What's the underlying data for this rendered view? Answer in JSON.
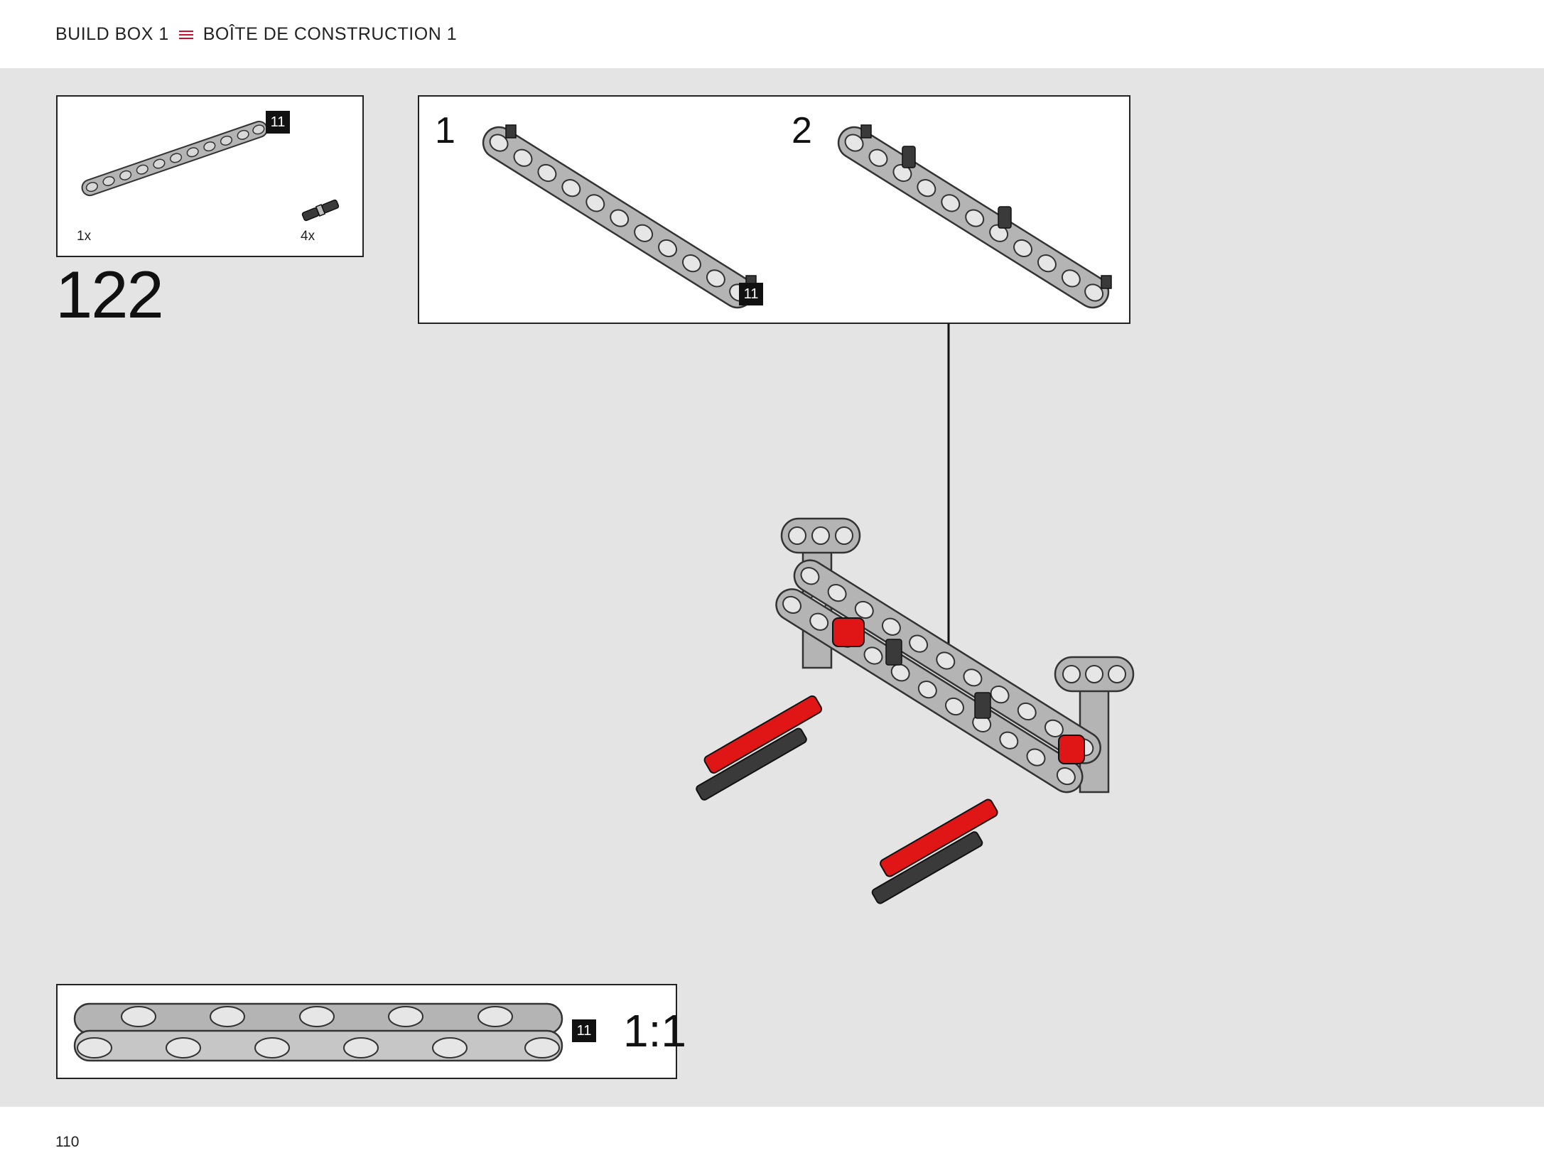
{
  "header": {
    "left_title": "BUILD BOX 1",
    "right_title": "BOÎTE DE CONSTRUCTION 1",
    "separator_icon": "menu-icon",
    "accent_color": "#c8102e"
  },
  "parts_list": {
    "items": [
      {
        "name": "beam",
        "length_badge": "11",
        "quantity": "1x"
      },
      {
        "name": "pin",
        "quantity": "4x"
      }
    ]
  },
  "step": {
    "number": "122"
  },
  "substeps": [
    {
      "number": "1",
      "badge": "11"
    },
    {
      "number": "2"
    }
  ],
  "scale_box": {
    "badge": "11",
    "label": "1:1"
  },
  "footer": {
    "page_number": "110"
  },
  "colors": {
    "background": "#e4e4e4",
    "beam_gray": "#b4b4b4",
    "part_red": "#e01515",
    "dark_gray": "#3a3a3a"
  }
}
